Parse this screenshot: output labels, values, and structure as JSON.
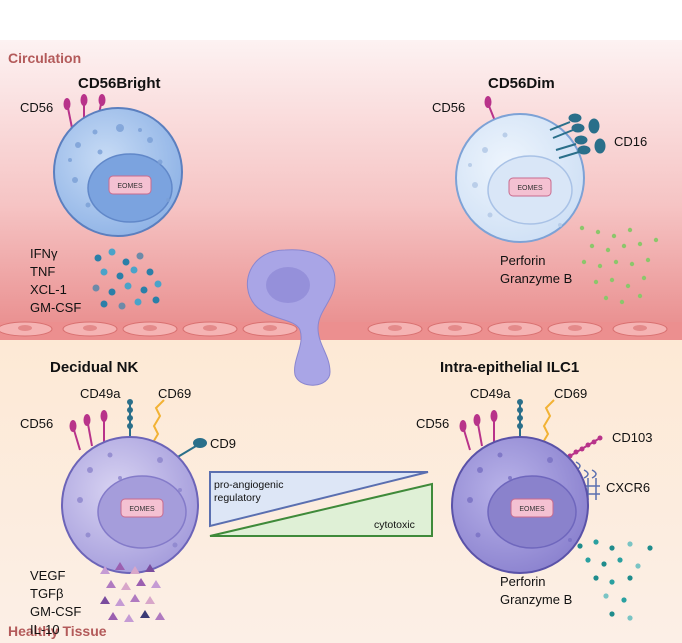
{
  "regions": {
    "circulation": "Circulation",
    "healthy_tissue": "Healthy Tissue"
  },
  "cells": {
    "cd56bright": {
      "title": "CD56Bright",
      "nucleus": "EOMES",
      "markers": [
        "CD56"
      ],
      "secreted": [
        "IFNγ",
        "TNF",
        "XCL-1",
        "GM-CSF"
      ]
    },
    "cd56dim": {
      "title": "CD56Dim",
      "nucleus": "EOMES",
      "markers": [
        "CD56",
        "CD16"
      ],
      "secreted": [
        "Perforin",
        "Granzyme B"
      ]
    },
    "decidual_nk": {
      "title": "Decidual NK",
      "nucleus": "EOMES",
      "markers": [
        "CD56",
        "CD49a",
        "CD69",
        "CD9"
      ],
      "secreted": [
        "VEGF",
        "TGFβ",
        "GM-CSF",
        "IL-10"
      ]
    },
    "ie_ilc1": {
      "title": "Intra-epithelial ILC1",
      "nucleus": "EOMES",
      "markers": [
        "CD56",
        "CD49a",
        "CD69",
        "CD103",
        "CXCR6"
      ],
      "secreted": [
        "Perforin",
        "Granzyme B"
      ]
    }
  },
  "gradient": {
    "top_line1": "pro-angiogenic",
    "top_line2": "regulatory",
    "bottom": "cytotoxic"
  },
  "colors": {
    "circulation_bg": "#f7c9c9",
    "tissue_bg": "#fdf1e4",
    "region_text": "#b35a5a",
    "cd56_marker": "#b8338a",
    "cd16_marker": "#2a6f8a",
    "cd69_marker": "#f2b234",
    "triangle_blue": "#dde6f6",
    "triangle_green": "#dff0d6"
  }
}
